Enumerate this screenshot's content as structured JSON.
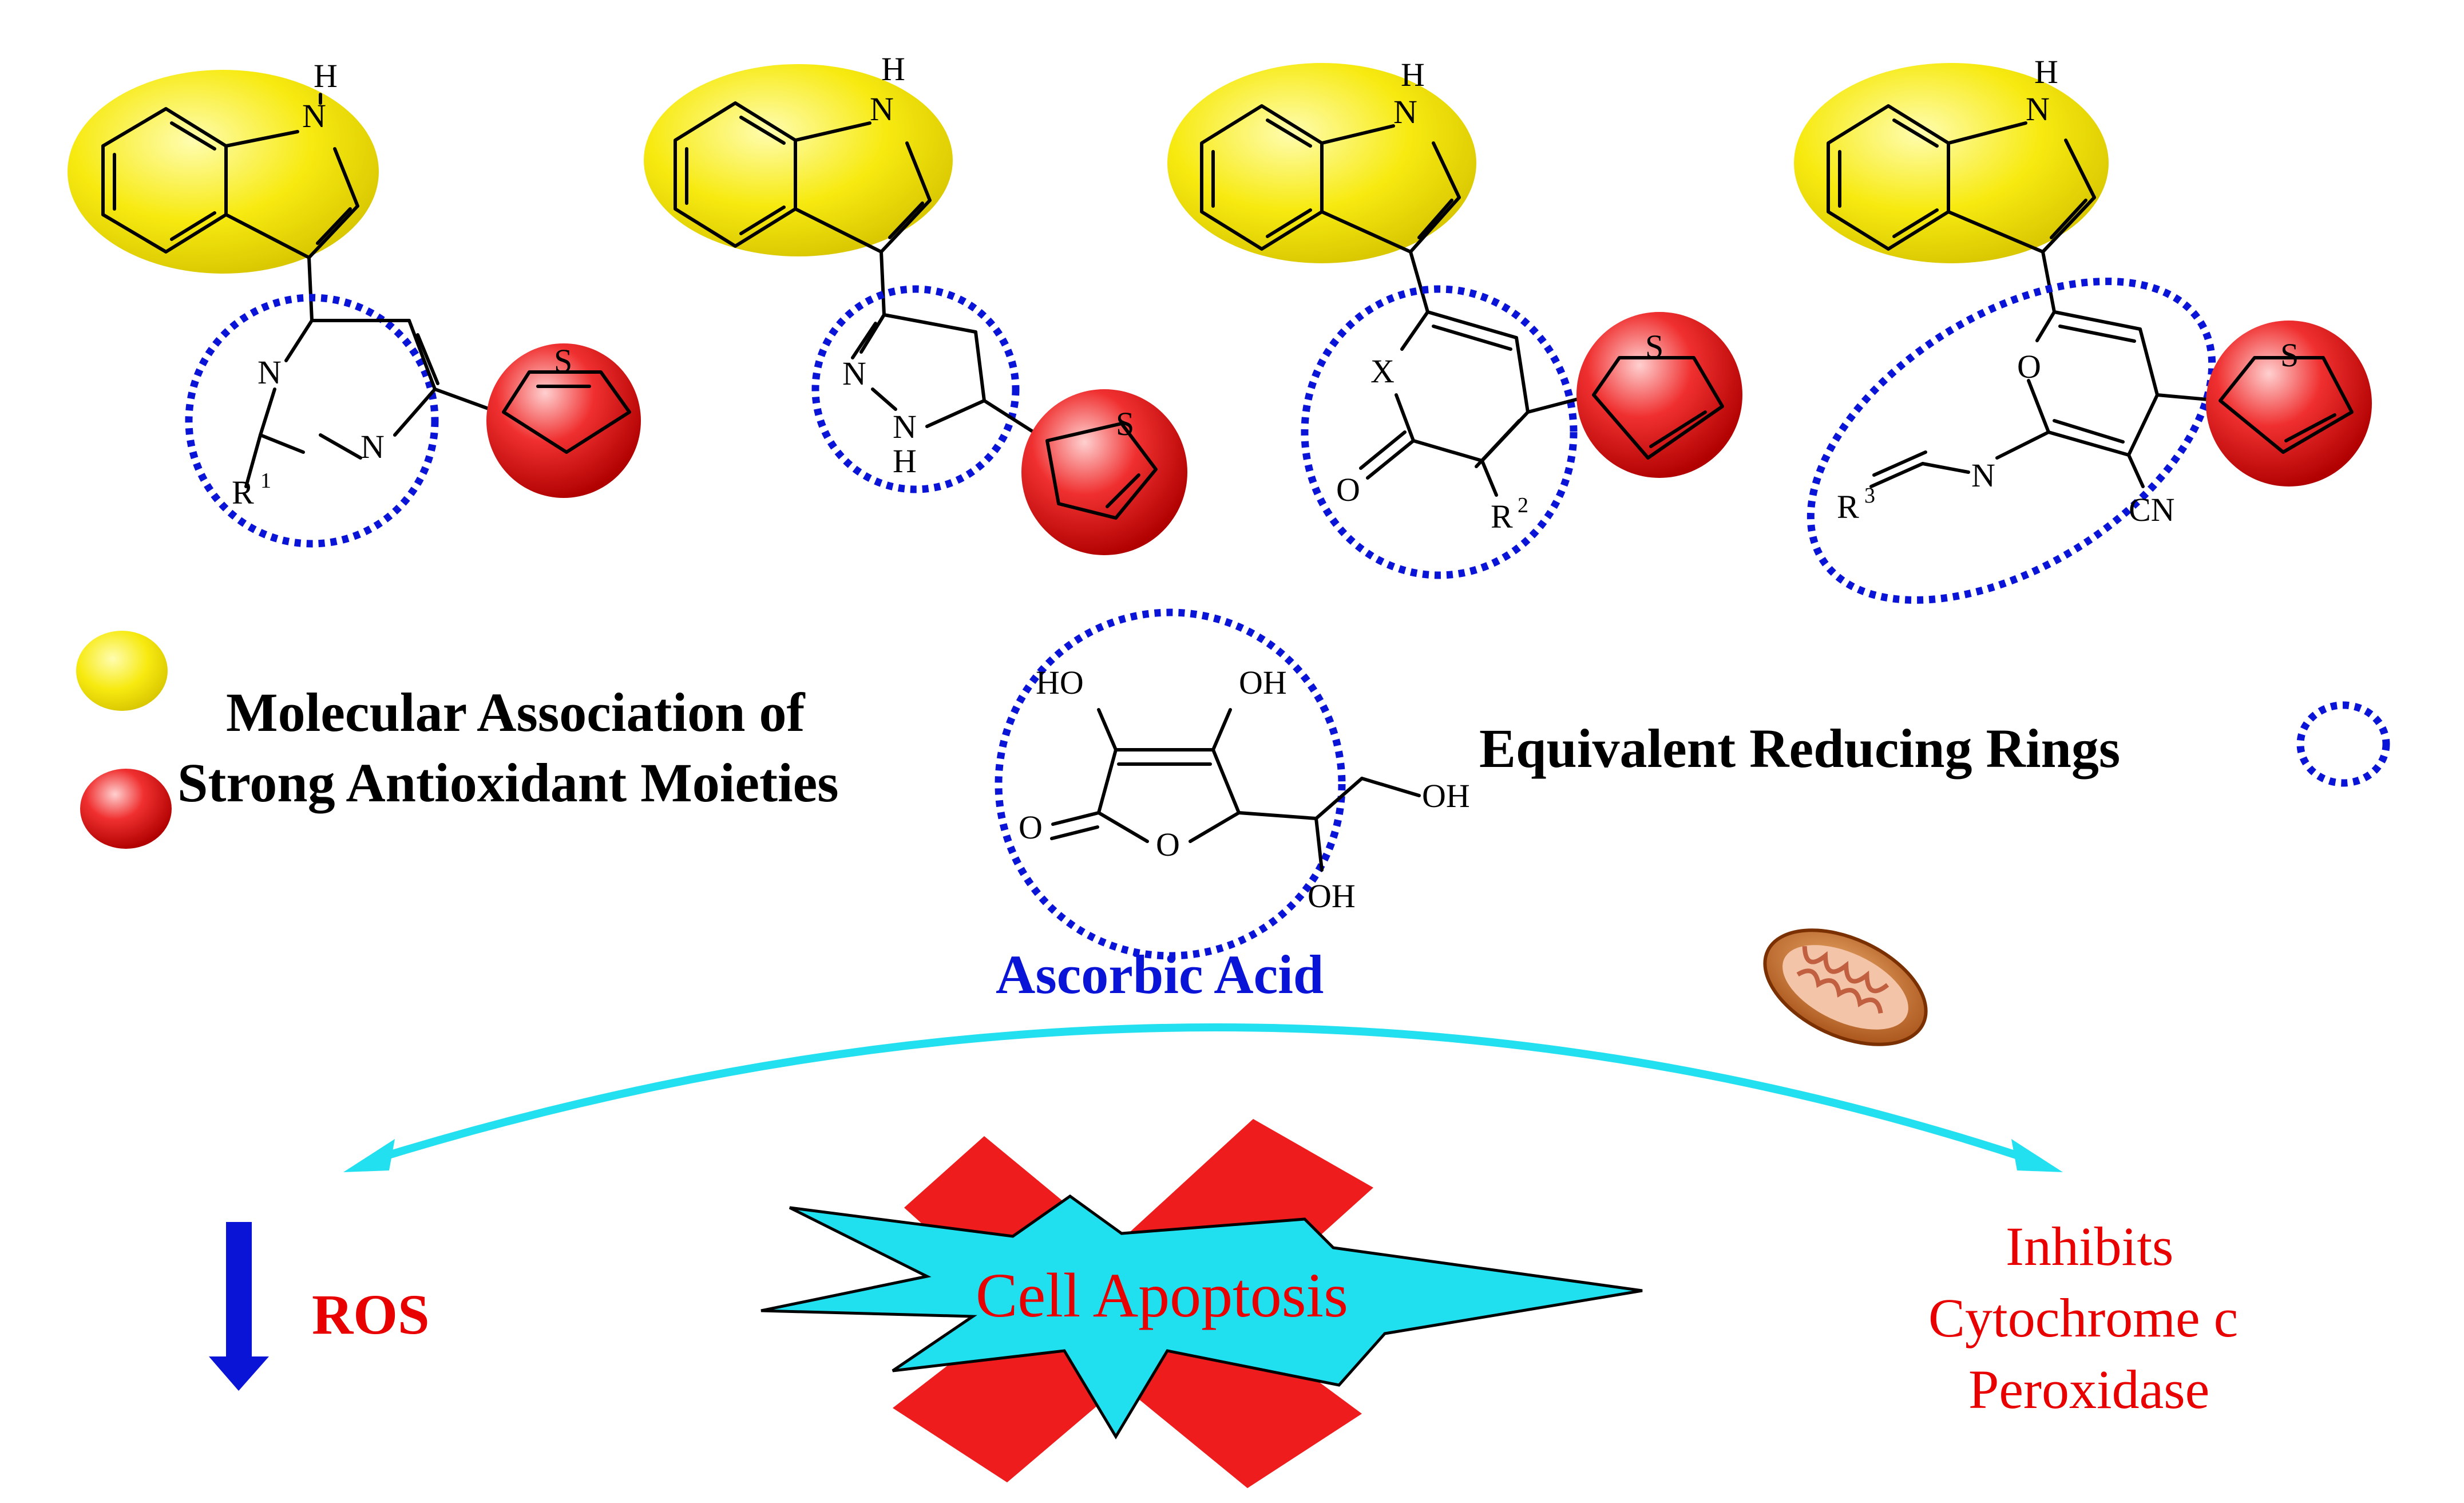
{
  "atoms": {
    "nh_h": "H",
    "nh_n": "N",
    "n": "N",
    "s": "S",
    "o": "O",
    "x": "X",
    "r": "R",
    "r1_sup": "1",
    "r2_sup": "2",
    "r3_sup": "3",
    "cn": "CN",
    "ho": "HO",
    "oh": "OH"
  },
  "legend": {
    "association_line1": "Molecular Association of",
    "association_line2": "Strong Antioxidant Moieties",
    "reducing_rings": "Equivalent Reducing Rings"
  },
  "ascorbic_label": "Ascorbic Acid",
  "outcomes": {
    "ros": "ROS",
    "apoptosis": "Cell Apoptosis",
    "inhibits_line1": "Inhibits",
    "inhibits_line2": "Cytochrome c",
    "inhibits_line3": "Peroxidase"
  },
  "colors": {
    "indole_highlight": "#f5e400",
    "thiophene_highlight": "#e81010",
    "reducing_ring": "#0a14d6",
    "arc": "#22e0f0",
    "down_arrow": "#0a14d6",
    "red_text": "#e80000",
    "starburst": "#20e0f0",
    "cross": "#ee1c1c"
  }
}
